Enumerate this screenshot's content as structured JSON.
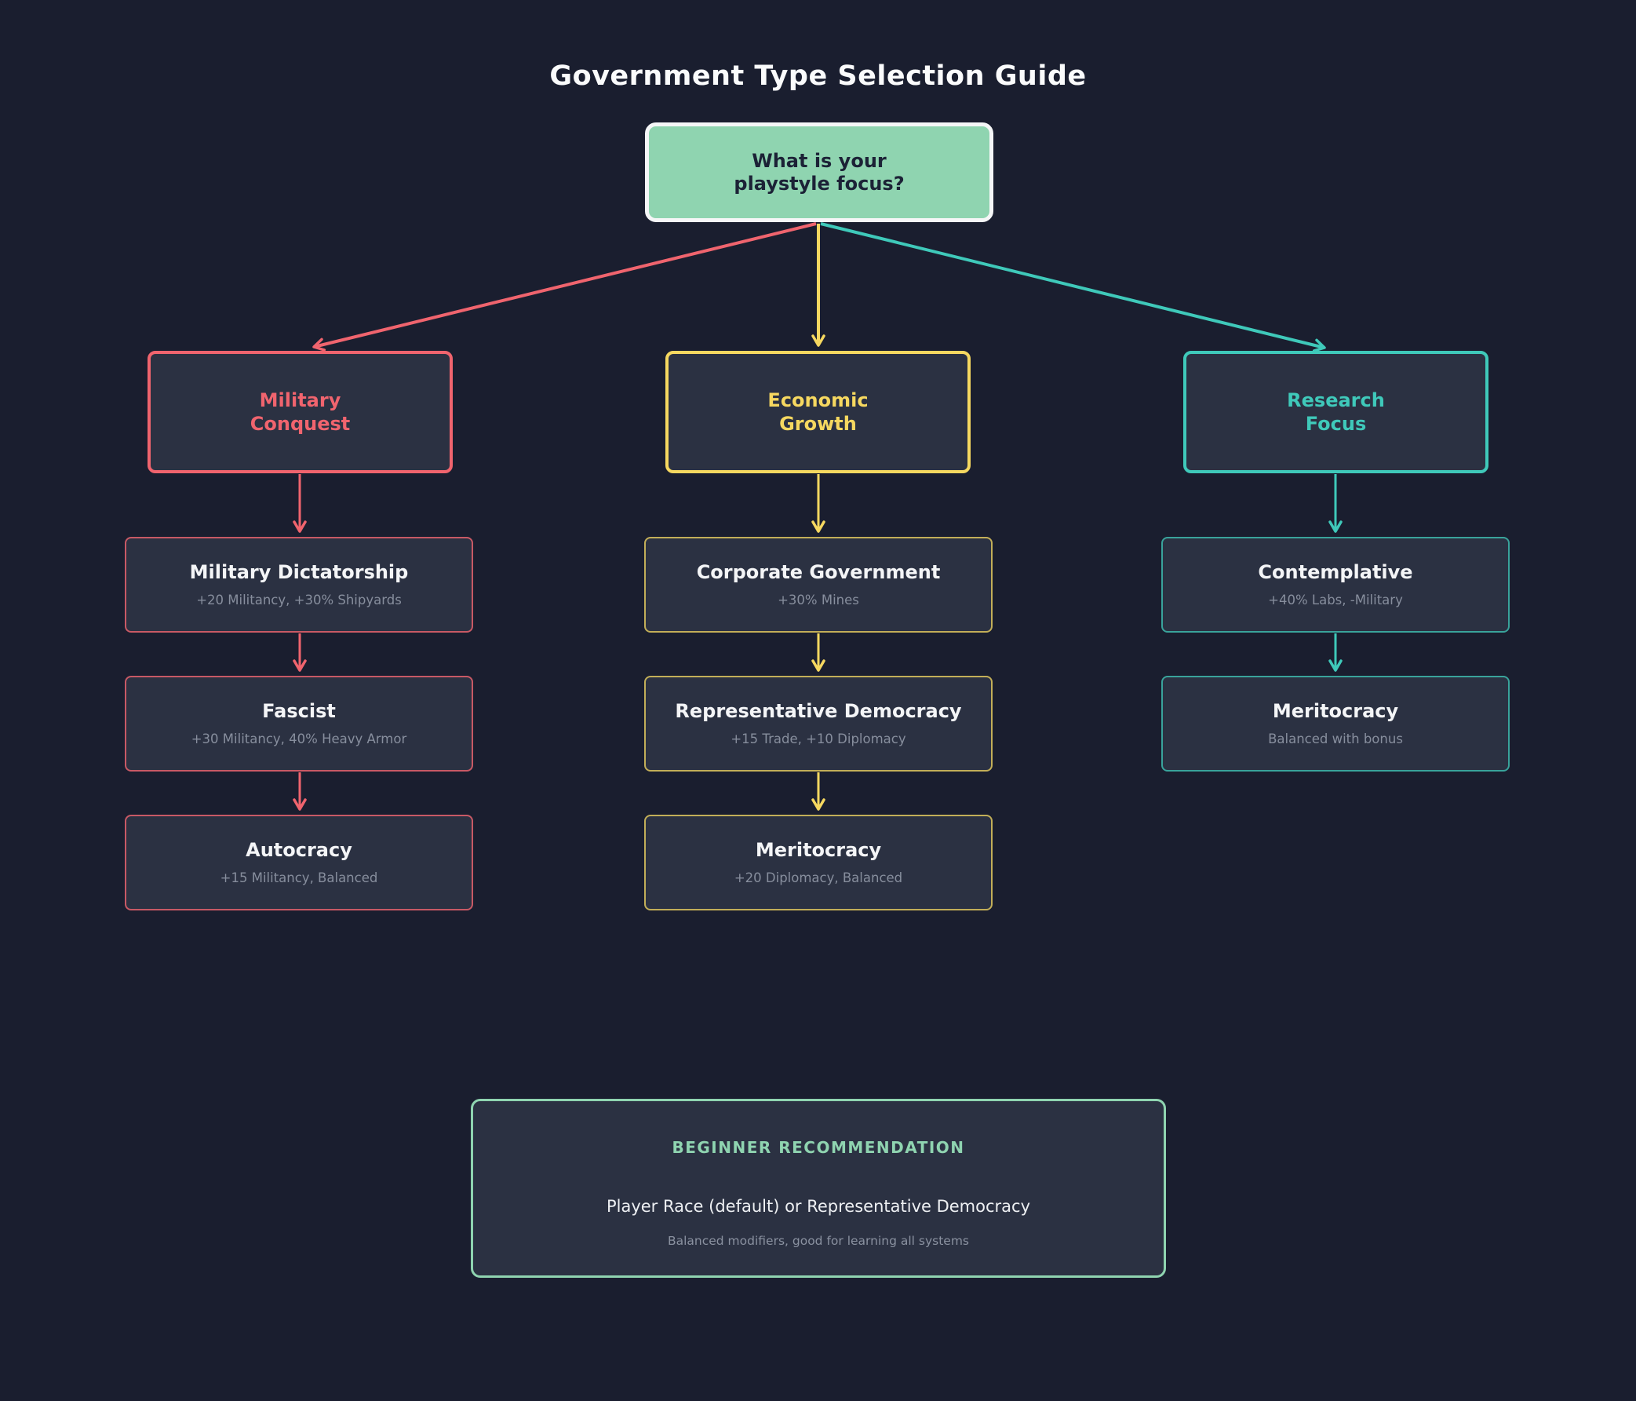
{
  "title": "Government Type Selection Guide",
  "root": {
    "line1": "What is your",
    "line2": "playstyle focus?"
  },
  "branches": [
    {
      "name": "Military Conquest",
      "line1": "Military",
      "line2": "Conquest",
      "accent": "#f0646e",
      "children": [
        {
          "title": "Military Dictatorship",
          "subtitle": "+20 Militancy, +30% Shipyards"
        },
        {
          "title": "Fascist",
          "subtitle": "+30 Militancy, 40% Heavy Armor"
        },
        {
          "title": "Autocracy",
          "subtitle": "+15 Militancy, Balanced"
        }
      ]
    },
    {
      "name": "Economic Growth",
      "line1": "Economic",
      "line2": "Growth",
      "accent": "#f6d860",
      "children": [
        {
          "title": "Corporate Government",
          "subtitle": "+30% Mines"
        },
        {
          "title": "Representative Democracy",
          "subtitle": "+15 Trade, +10 Diplomacy"
        },
        {
          "title": "Meritocracy",
          "subtitle": "+20 Diplomacy, Balanced"
        }
      ]
    },
    {
      "name": "Research Focus",
      "line1": "Research",
      "line2": "Focus",
      "accent": "#3fc9ba",
      "children": [
        {
          "title": "Contemplative",
          "subtitle": "+40% Labs, -Military"
        },
        {
          "title": "Meritocracy",
          "subtitle": "Balanced with bonus"
        }
      ]
    }
  ],
  "recommendation": {
    "heading": "BEGINNER RECOMMENDATION",
    "title": "Player Race (default) or Representative Democracy",
    "subtitle": "Balanced modifiers, good for learning all systems"
  },
  "colors": {
    "background": "#1a1e2f",
    "node_fill": "#2b3142",
    "root_fill": "#8fd4b0",
    "root_border": "#f5f6f7",
    "root_text": "#1c2236",
    "military_accent": "#f0646e",
    "economic_accent": "#f6d860",
    "research_accent": "#3fc9ba",
    "mint_accent": "#8fd4b0",
    "title_text": "#fafbfc",
    "leaf_title_text": "#f4f5f7",
    "subtitle_text": "#878e9d"
  }
}
